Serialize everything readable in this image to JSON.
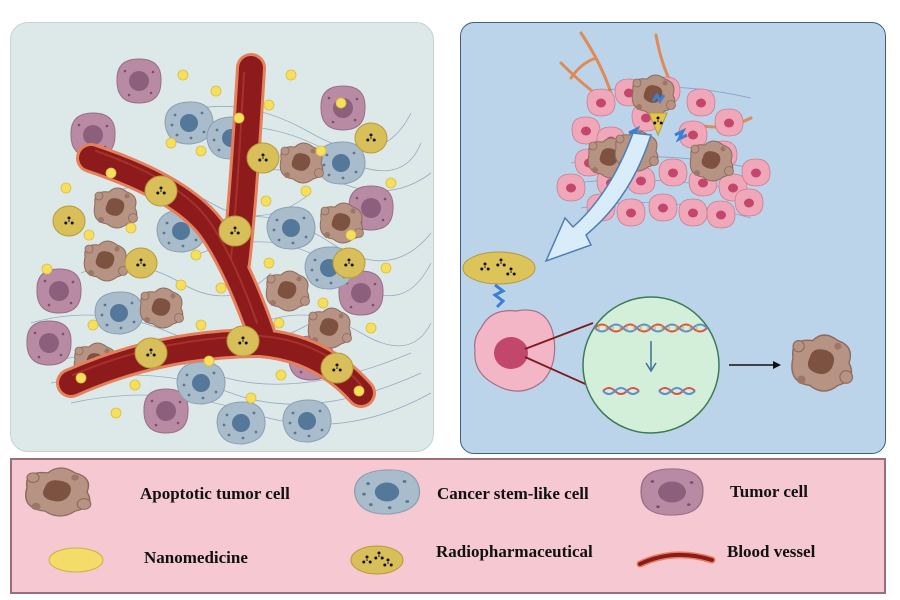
{
  "legend": {
    "apoptotic_tumor_cell": "Apoptotic tumor cell",
    "cancer_stem_like_cell": "Cancer stem-like cell",
    "tumor_cell": "Tumor cell",
    "nanomedicine": "Nanomedicine",
    "radiopharmaceutical": "Radiopharmaceutical",
    "blood_vessel": "Blood vessel"
  },
  "colors": {
    "blood_vessel": "#8e1b1b",
    "nanomedicine": "#f3dc6a",
    "radiopharmaceutical": "#d9bf5a",
    "cancer_stem_like_cell": "#a9bccb",
    "tumor_cell": "#b88aa4",
    "apoptotic_tumor_cell": "#9a7565",
    "legend_background": "#f5c8d2"
  }
}
